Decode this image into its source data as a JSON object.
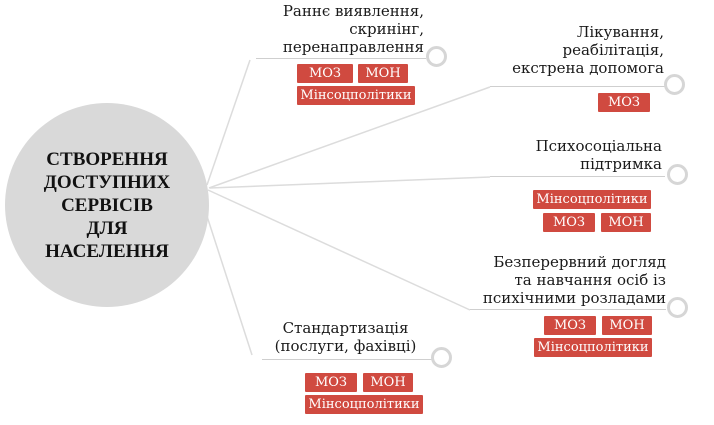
{
  "hub": {
    "title": "СТВОРЕННЯ\nДОСТУПНИХ\nСЕРВІСІВ\nДЛЯ\nНАСЕЛЕННЯ"
  },
  "branches": [
    {
      "label": "Раннє виявлення,\nскринінг,\nперенаправлення",
      "tags": [
        "МОЗ",
        "МОН",
        "Мінсоцполітики"
      ]
    },
    {
      "label": "Лікування,\nреабілітація,\nекстрена допомога",
      "tags": [
        "МОЗ"
      ]
    },
    {
      "label": "Психосоціальна\nпідтримка",
      "tags": [
        "Мінсоцполітики",
        "МОЗ",
        "МОН"
      ]
    },
    {
      "label": "Безперервний догляд\nта навчання осіб із\nпсихічними розладами",
      "tags": [
        "МОЗ",
        "МОН",
        "Мінсоцполітики"
      ]
    },
    {
      "label": "Стандартизація\n(послуги, фахівці)",
      "tags": [
        "МОЗ",
        "МОН",
        "Мінсоцполітики"
      ]
    }
  ],
  "colors": {
    "hub": "#d9d9d9",
    "tag": "#d04a40",
    "ring": "#d6d6d6",
    "line": "#d9d9d9"
  }
}
